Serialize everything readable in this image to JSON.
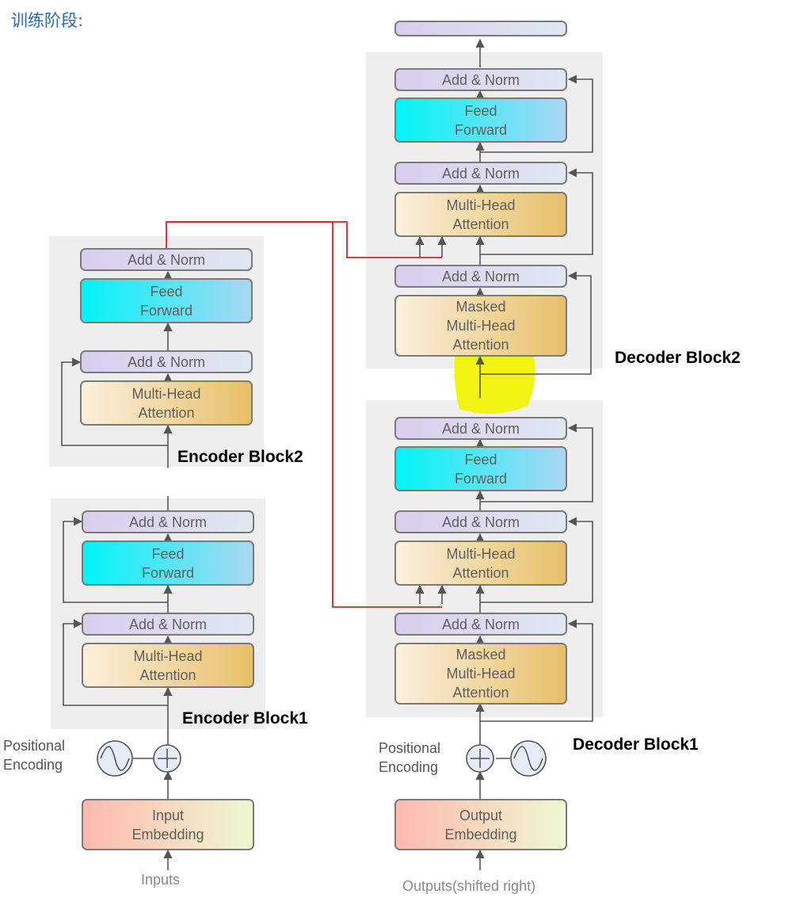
{
  "heading": "训练阶段:",
  "labels": {
    "encoder_block1": "Encoder Block1",
    "encoder_block2": "Encoder Block2",
    "decoder_block1": "Decoder Block1",
    "decoder_block2": "Decoder Block2",
    "pos_enc_left": "Positional\nEncoding",
    "pos_enc_right": "Positional\nEncoding",
    "inputs": "Inputs",
    "outputs": "Outputs(shifted right)"
  },
  "blocks": {
    "add_norm": "Add & Norm",
    "feed_forward": "Feed\nForward",
    "multi_head": "Multi-Head\nAttention",
    "masked_multi_head": "Masked\nMulti-Head\nAttention",
    "input_embedding": "Input\nEmbedding",
    "output_embedding": "Output\nEmbedding"
  },
  "colors": {
    "cross_connection": "#e02020",
    "highlight": "#f2f200",
    "link_heading": "#2b6cb0"
  }
}
